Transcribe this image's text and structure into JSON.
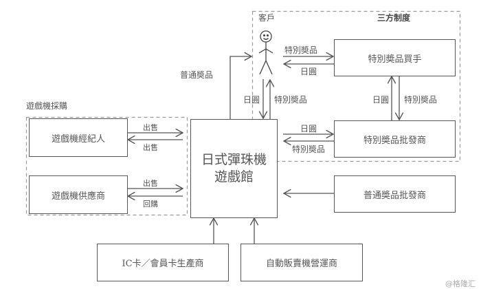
{
  "groups": {
    "three_party": {
      "title": "三方制度",
      "customer_label": "客戶"
    },
    "procurement": {
      "title": "遊戲機採購"
    }
  },
  "nodes": {
    "main": {
      "line1": "日式彈珠機",
      "line2": "遊戲館"
    },
    "special_buyer": "特別奬品買手",
    "special_wholesaler": "特別奬品批發商",
    "regular_wholesaler": "普通奬品批發商",
    "broker": "遊戲機經紀人",
    "supplier": "遊戲機供應商",
    "ic_card": "IC卡／會員卡生產商",
    "vending": "自動販賣機營運商"
  },
  "edge_labels": {
    "regular_prize_to_customer": "普通奬品",
    "customer_to_buyer": "特別奬品",
    "buyer_to_customer": "日圓",
    "customer_to_main": "日圓",
    "main_to_customer": "特別奬品",
    "buyer_to_wholesaler": "日圓",
    "wholesaler_to_buyer": "特別奬品",
    "main_to_wholesaler": "日圓",
    "wholesaler_to_main": "特別奬品",
    "broker_to_main": "出售",
    "main_to_broker": "出售",
    "supplier_to_main": "出售",
    "main_to_supplier": "回購"
  },
  "watermark": "@格隆汇"
}
